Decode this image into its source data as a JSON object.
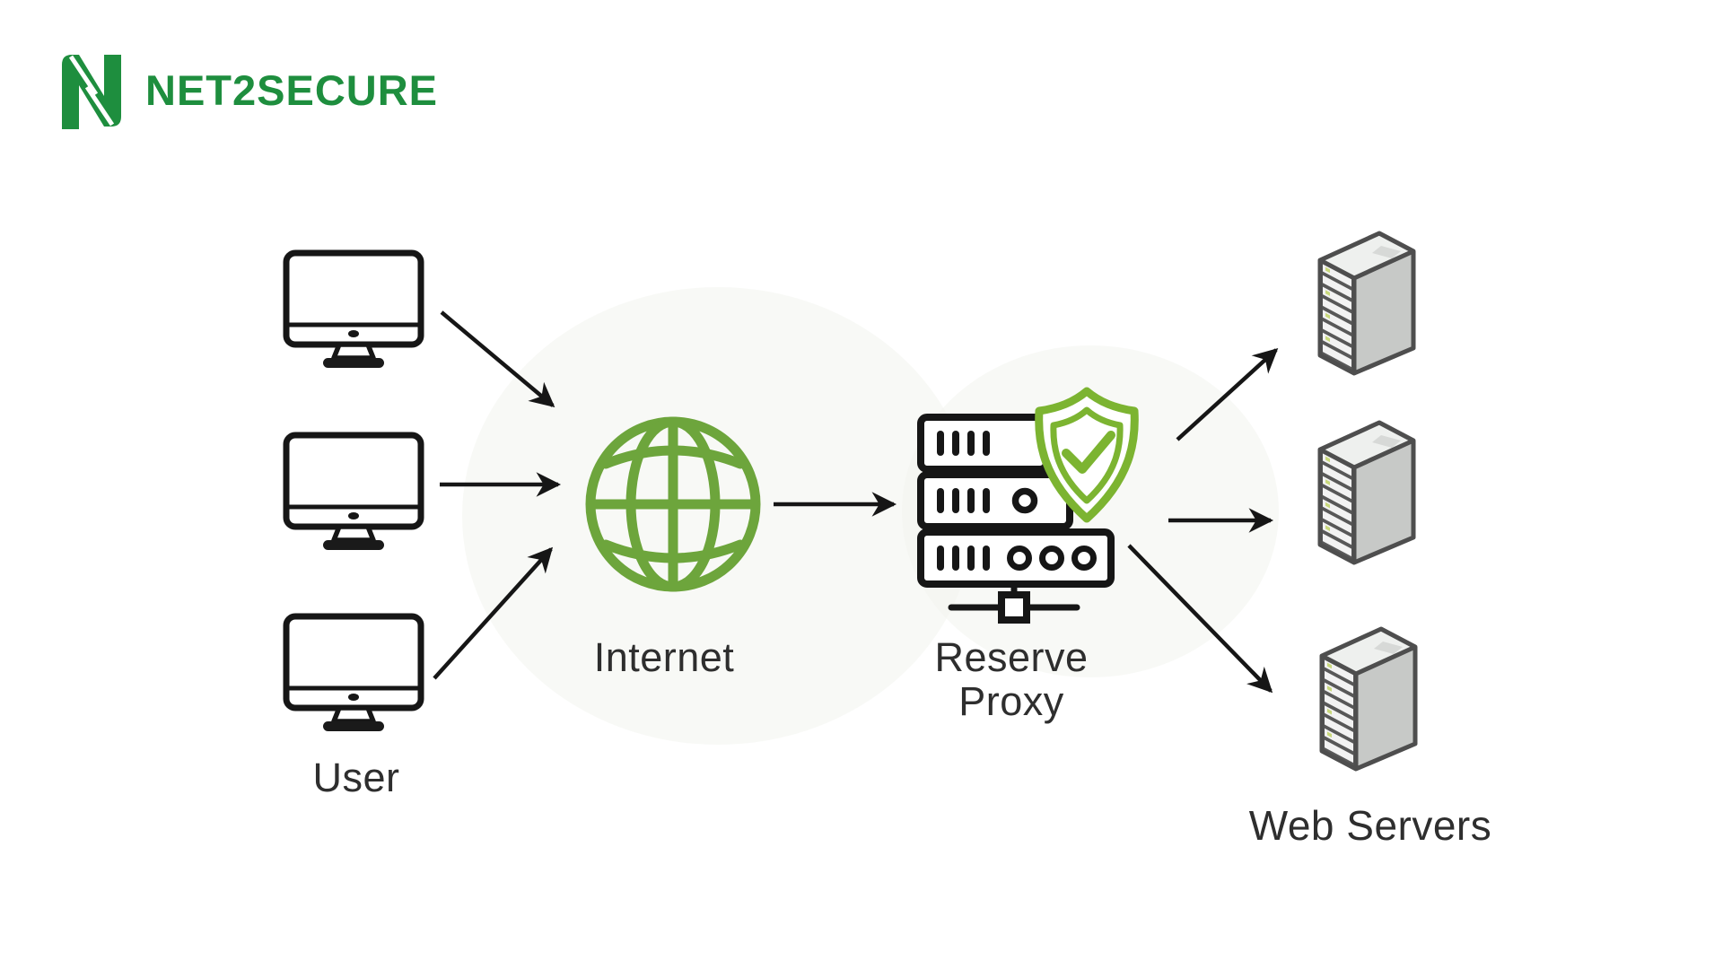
{
  "logo": {
    "brand": "NET2SECURE",
    "icon": "n-leaf-logo"
  },
  "theme": {
    "brand-green": "#1e8e3e",
    "globe-green": "#6da53c",
    "shield-green": "#7cb431",
    "ink": "#161616",
    "label": "#2e2e2e",
    "bg": "#ffffff",
    "server-edge": "#4e4e4e",
    "server-top": "#eef0ee",
    "server-side": "#c7c9c7",
    "server-slot": "#f2f2f2",
    "watermark": "#f2f4ef"
  },
  "diagram": {
    "nodes": {
      "users": {
        "label": "User",
        "count": 3,
        "icon": "desktop-monitor-icon"
      },
      "internet": {
        "label": "Internet",
        "icon": "globe-icon"
      },
      "reverse_proxy": {
        "label_line1": "Reserve",
        "label_line2": "Proxy",
        "icon": "proxy-server-icon",
        "badge_icon": "shield-check-icon"
      },
      "web_servers": {
        "label": "Web Servers",
        "count": 3,
        "icon": "server-rack-icon"
      }
    },
    "edges": [
      {
        "from": "User",
        "to": "Internet",
        "count": 3
      },
      {
        "from": "Internet",
        "to": "Reserve Proxy",
        "count": 1
      },
      {
        "from": "Reserve Proxy",
        "to": "Web Servers",
        "count": 3
      }
    ]
  }
}
